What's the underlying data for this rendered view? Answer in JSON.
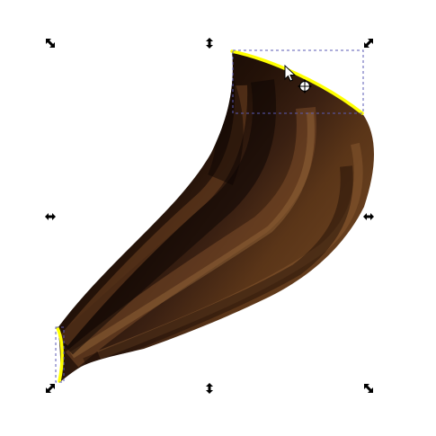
{
  "colors": {
    "canvas_background": "#ffffff",
    "shape_dark": "#1e100a",
    "shape_mid": "#3b2113",
    "shape_light": "#7a4b28",
    "highlight": "#8a5a30",
    "selected_edge": "#ffff00",
    "bbox_dash": "#5b5bb5",
    "handle": "#000000"
  },
  "icons": {
    "scale_handle": "diagonal-double-arrow-icon",
    "scale_handle_vertical": "vertical-double-arrow-icon",
    "scale_handle_horizontal": "horizontal-double-arrow-icon",
    "mouse_pointer": "arrow-cursor-icon",
    "move_cursor": "move-crosshair-icon"
  },
  "selection": {
    "handles": [
      "top-left",
      "top-center",
      "top-right",
      "middle-left",
      "middle-right",
      "bottom-left",
      "bottom-center",
      "bottom-right"
    ]
  }
}
